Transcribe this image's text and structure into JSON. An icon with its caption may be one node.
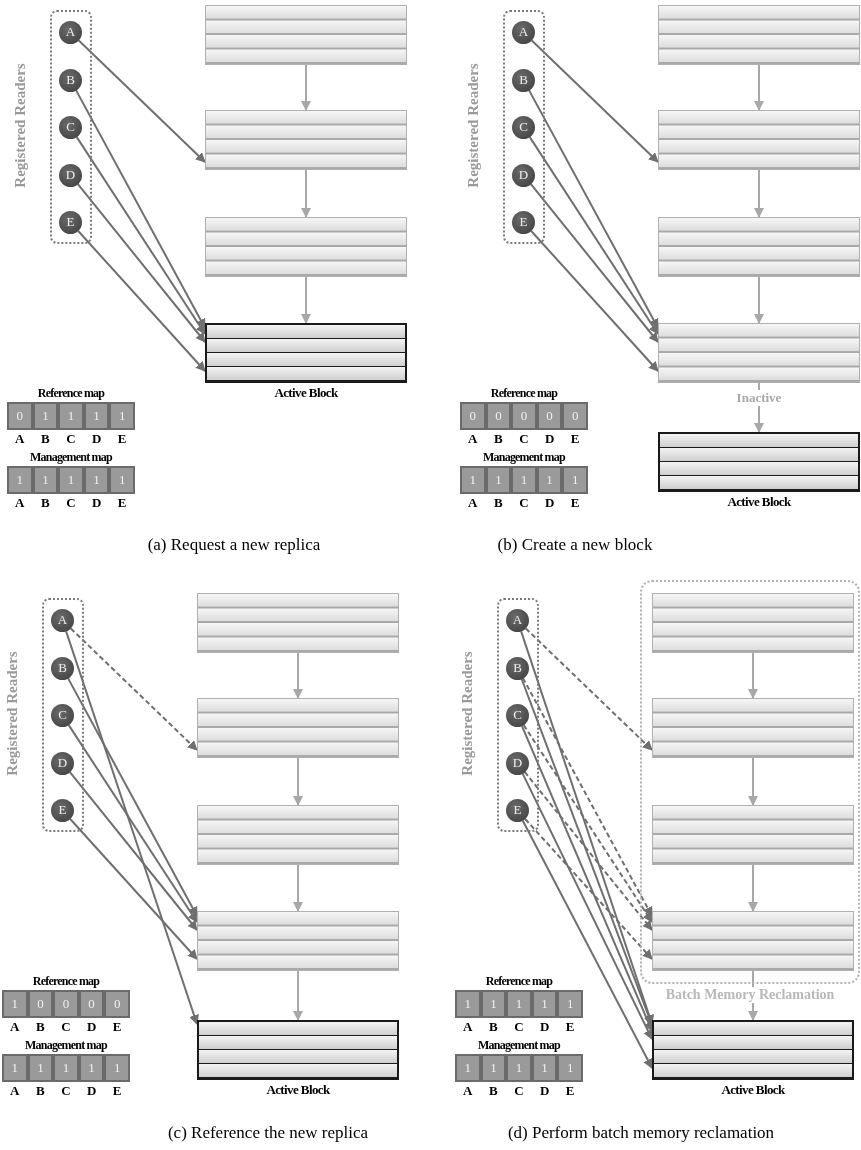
{
  "diagram": {
    "nodes": [
      {
        "text": [
          "Registered Readers"
        ]
      },
      {
        "text": [
          "A"
        ],
        "in": 0
      },
      {
        "text": [
          "B"
        ],
        "in": 0
      },
      {
        "text": [
          "C"
        ],
        "in": 0
      },
      {
        "text": [
          "D"
        ],
        "in": 0
      },
      {
        "text": [
          "E"
        ],
        "in": 0
      },
      {
        "text": [],
        "shape": "box"
      },
      {
        "text": [],
        "shape": "box"
      },
      {
        "text": [],
        "shape": "box"
      },
      {
        "text": [],
        "shape": "box",
        "beside": [
          "Active Block"
        ]
      },
      {
        "text": [
          "Registered Readers"
        ]
      },
      {
        "text": [
          "A"
        ],
        "in": 10
      },
      {
        "text": [
          "B"
        ],
        "in": 10
      },
      {
        "text": [
          "C"
        ],
        "in": 10
      },
      {
        "text": [
          "D"
        ],
        "in": 10
      },
      {
        "text": [
          "E"
        ],
        "in": 10
      },
      {
        "text": [],
        "shape": "box"
      },
      {
        "text": [],
        "shape": "box"
      },
      {
        "text": [],
        "shape": "box"
      },
      {
        "text": [],
        "shape": "box"
      },
      {
        "text": [],
        "shape": "box",
        "beside": [
          "Active Block"
        ]
      },
      {
        "text": [
          "Registered Readers"
        ]
      },
      {
        "text": [
          "A"
        ],
        "in": 21
      },
      {
        "text": [
          "B"
        ],
        "in": 21
      },
      {
        "text": [
          "C"
        ],
        "in": 21
      },
      {
        "text": [
          "D"
        ],
        "in": 21
      },
      {
        "text": [
          "E"
        ],
        "in": 21
      },
      {
        "text": [],
        "shape": "box"
      },
      {
        "text": [],
        "shape": "box"
      },
      {
        "text": [],
        "shape": "box"
      },
      {
        "text": [],
        "shape": "box"
      },
      {
        "text": [],
        "shape": "box",
        "beside": [
          "Active Block"
        ]
      },
      {
        "text": [
          "Registered Readers"
        ]
      },
      {
        "text": [
          "A"
        ],
        "in": 32
      },
      {
        "text": [
          "B"
        ],
        "in": 32
      },
      {
        "text": [
          "C"
        ],
        "in": 32
      },
      {
        "text": [
          "D"
        ],
        "in": 32
      },
      {
        "text": [
          "E"
        ],
        "in": 32
      },
      {
        "text": [
          "Batch Memory Reclamation"
        ]
      },
      {
        "text": [],
        "shape": "box",
        "in": 38
      },
      {
        "text": [],
        "shape": "box",
        "in": 38
      },
      {
        "text": [],
        "shape": "box",
        "in": 38
      },
      {
        "text": [],
        "shape": "box",
        "in": 38
      },
      {
        "text": [],
        "shape": "box",
        "beside": [
          "Active Block"
        ]
      }
    ],
    "edges": [
      {
        "from": 6,
        "to": 7,
        "arrow": "to",
        "color": "#a8a8a8"
      },
      {
        "from": 7,
        "to": 8,
        "arrow": "to",
        "color": "#a8a8a8"
      },
      {
        "from": 8,
        "to": 9,
        "arrow": "to",
        "color": "#a8a8a8"
      },
      {
        "from": 1,
        "to": 7,
        "arrow": "to"
      },
      {
        "from": 2,
        "to": 9,
        "arrow": "to"
      },
      {
        "from": 3,
        "to": 9,
        "arrow": "to"
      },
      {
        "from": 4,
        "to": 9,
        "arrow": "to"
      },
      {
        "from": 5,
        "to": 9,
        "arrow": "to"
      },
      {
        "from": 16,
        "to": 17,
        "arrow": "to",
        "color": "#a8a8a8"
      },
      {
        "from": 17,
        "to": 18,
        "arrow": "to",
        "color": "#a8a8a8"
      },
      {
        "from": 18,
        "to": 19,
        "arrow": "to",
        "color": "#a8a8a8"
      },
      {
        "from": 19,
        "to": 20,
        "arrow": "to",
        "color": "#a8a8a8",
        "label": "Inactive"
      },
      {
        "from": 11,
        "to": 17,
        "arrow": "to"
      },
      {
        "from": 12,
        "to": 19,
        "arrow": "to"
      },
      {
        "from": 13,
        "to": 19,
        "arrow": "to"
      },
      {
        "from": 14,
        "to": 19,
        "arrow": "to"
      },
      {
        "from": 15,
        "to": 19,
        "arrow": "to"
      },
      {
        "from": 27,
        "to": 28,
        "arrow": "to",
        "color": "#a8a8a8"
      },
      {
        "from": 28,
        "to": 29,
        "arrow": "to",
        "color": "#a8a8a8"
      },
      {
        "from": 29,
        "to": 30,
        "arrow": "to",
        "color": "#a8a8a8"
      },
      {
        "from": 30,
        "to": 31,
        "arrow": "to",
        "color": "#a8a8a8"
      },
      {
        "from": 22,
        "to": 28,
        "arrow": "to",
        "style": "dashed"
      },
      {
        "from": 22,
        "to": 31,
        "arrow": "to"
      },
      {
        "from": 23,
        "to": 30,
        "arrow": "to"
      },
      {
        "from": 24,
        "to": 30,
        "arrow": "to"
      },
      {
        "from": 25,
        "to": 30,
        "arrow": "to"
      },
      {
        "from": 26,
        "to": 30,
        "arrow": "to"
      },
      {
        "from": 39,
        "to": 40,
        "arrow": "to",
        "color": "#a8a8a8"
      },
      {
        "from": 40,
        "to": 41,
        "arrow": "to",
        "color": "#a8a8a8"
      },
      {
        "from": 41,
        "to": 42,
        "arrow": "to",
        "color": "#a8a8a8"
      },
      {
        "from": 42,
        "to": 43,
        "arrow": "to",
        "color": "#a8a8a8"
      },
      {
        "from": 33,
        "to": 40,
        "arrow": "to",
        "style": "dashed"
      },
      {
        "from": 33,
        "to": 43,
        "arrow": "to"
      },
      {
        "from": 34,
        "to": 42,
        "arrow": "to",
        "style": "dashed"
      },
      {
        "from": 34,
        "to": 43,
        "arrow": "to"
      },
      {
        "from": 35,
        "to": 42,
        "arrow": "to",
        "style": "dashed"
      },
      {
        "from": 35,
        "to": 43,
        "arrow": "to"
      },
      {
        "from": 36,
        "to": 42,
        "arrow": "to",
        "style": "dashed"
      },
      {
        "from": 36,
        "to": 43,
        "arrow": "to"
      },
      {
        "from": 37,
        "to": 42,
        "arrow": "to",
        "style": "dashed"
      },
      {
        "from": 37,
        "to": 43,
        "arrow": "to"
      }
    ],
    "labels": [
      "Reference map",
      "0",
      "1",
      "1",
      "1",
      "1",
      "A",
      "B",
      "C",
      "D",
      "E",
      "Management map",
      "1",
      "1",
      "1",
      "1",
      "1",
      "A",
      "B",
      "C",
      "D",
      "E",
      "(a) Request a new replica",
      "Reference map",
      "0",
      "0",
      "0",
      "0",
      "0",
      "A",
      "B",
      "C",
      "D",
      "E",
      "Management map",
      "1",
      "1",
      "1",
      "1",
      "1",
      "A",
      "B",
      "C",
      "D",
      "E",
      "(b) Create a new block",
      "Reference map",
      "1",
      "0",
      "0",
      "0",
      "0",
      "A",
      "B",
      "C",
      "D",
      "E",
      "Management map",
      "1",
      "1",
      "1",
      "1",
      "1",
      "A",
      "B",
      "C",
      "D",
      "E",
      "(c) Reference the new replica",
      "Reference map",
      "1",
      "1",
      "1",
      "1",
      "1",
      "A",
      "B",
      "C",
      "D",
      "E",
      "Management map",
      "1",
      "1",
      "1",
      "1",
      "1",
      "A",
      "B",
      "C",
      "D",
      "E",
      "(d) Perform batch memory reclamation"
    ]
  }
}
